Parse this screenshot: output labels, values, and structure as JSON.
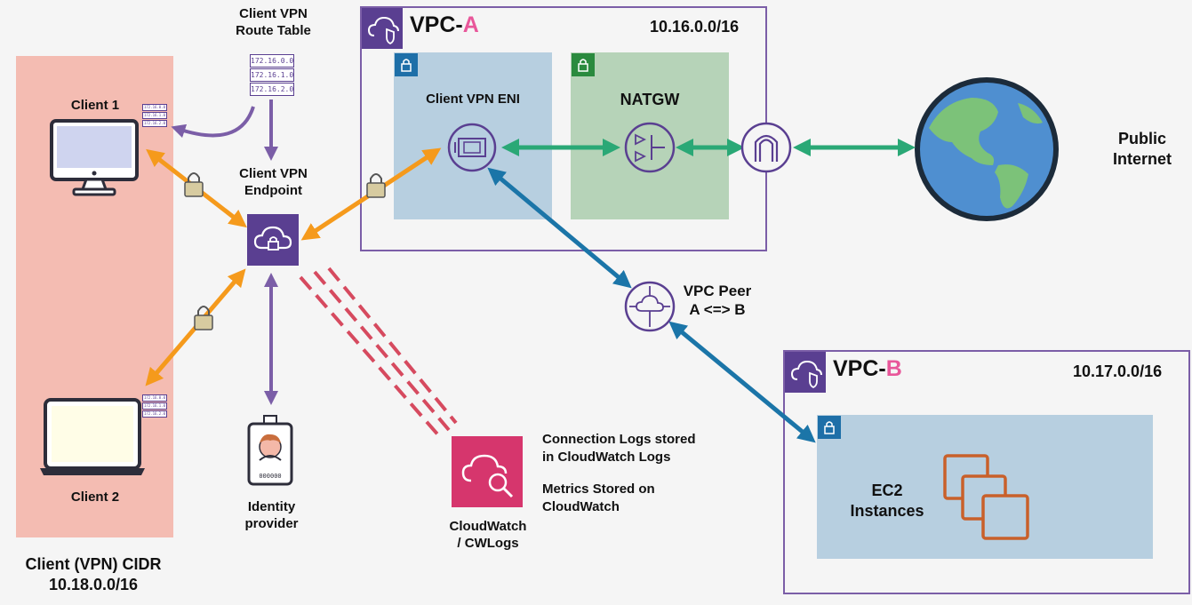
{
  "client_cidr": {
    "title": "Client (VPN) CIDR",
    "cidr": "10.18.0.0/16"
  },
  "clients": [
    {
      "label": "Client 1"
    },
    {
      "label": "Client 2"
    }
  ],
  "route_table": {
    "title_line1": "Client VPN",
    "title_line2": "Route Table",
    "entries": [
      "172.16.0.0",
      "172.16.1.0",
      "172.16.2.0"
    ]
  },
  "endpoint": {
    "line1": "Client VPN",
    "line2": "Endpoint"
  },
  "identity_provider": {
    "line1": "Identity",
    "line2": "provider",
    "badge_code": "000000"
  },
  "cloudwatch": {
    "line1": "CloudWatch",
    "line2": "/ CWLogs",
    "note1_line1": "Connection Logs stored",
    "note1_line2": "in CloudWatch Logs",
    "note2_line1": "Metrics Stored on",
    "note2_line2": "CloudWatch"
  },
  "vpc_a": {
    "prefix": "VPC-",
    "letter": "A",
    "cidr": "10.16.0.0/16",
    "eni_label": "Client VPN ENI",
    "natgw_label": "NATGW"
  },
  "vpc_peer": {
    "line1": "VPC Peer",
    "line2": "A <=> B"
  },
  "vpc_b": {
    "prefix": "VPC-",
    "letter": "B",
    "cidr": "10.17.0.0/16",
    "ec2_line1": "EC2",
    "ec2_line2": "Instances"
  },
  "internet": {
    "line1": "Public",
    "line2": "Internet"
  },
  "colors": {
    "purple": "#5a3f91",
    "orange": "#f59a1c",
    "green": "#2aa876",
    "blue": "#1b75a8",
    "pink": "#e8579a",
    "logs_red": "#d64a5f",
    "client_bg": "#f4bcb2",
    "ec2_orange": "#c9602a"
  }
}
